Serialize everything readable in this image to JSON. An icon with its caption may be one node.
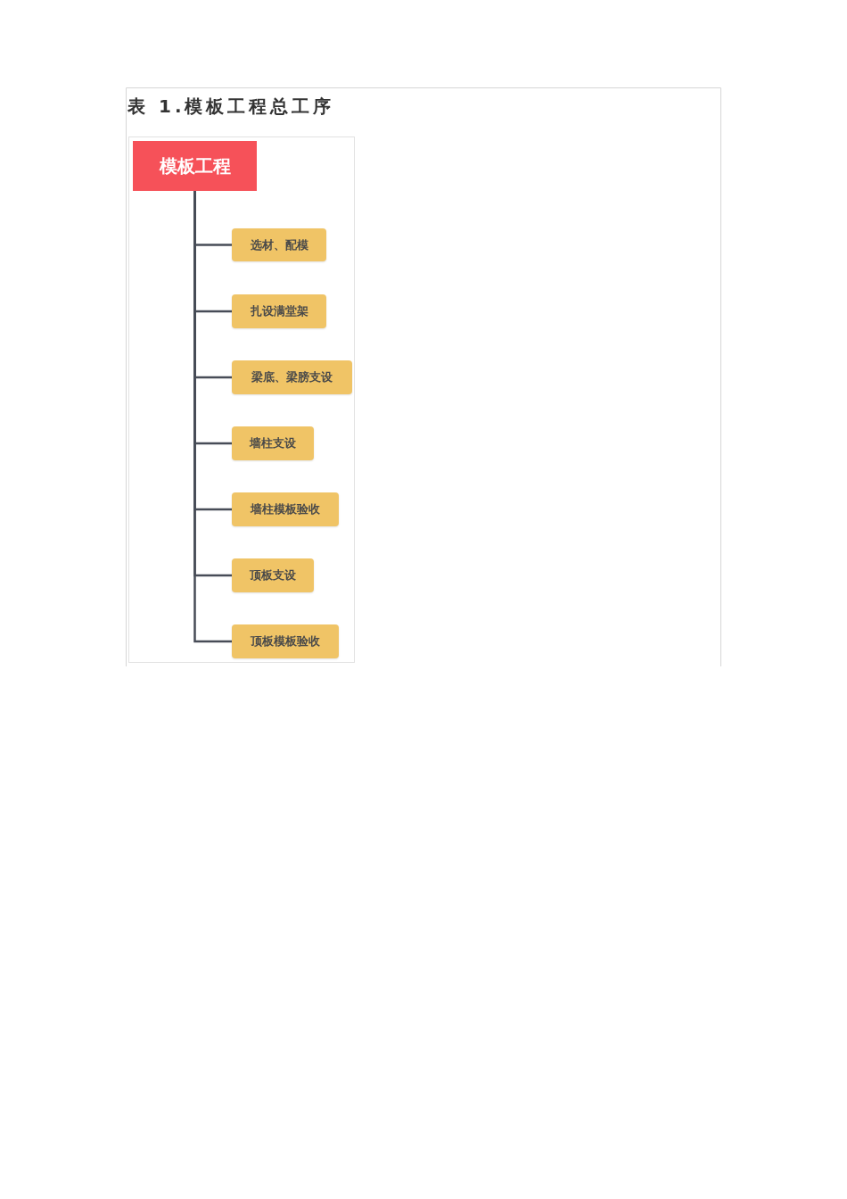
{
  "diagram": {
    "title": "表 1.模板工程总工序",
    "nodes": [
      {
        "text": [
          "模板工程"
        ]
      },
      {
        "text": [
          "选材、配模"
        ]
      },
      {
        "text": [
          "扎设满堂架"
        ]
      },
      {
        "text": [
          "梁底、梁膀支设"
        ]
      },
      {
        "text": [
          "墙柱支设"
        ]
      },
      {
        "text": [
          "墙柱模板验收"
        ]
      },
      {
        "text": [
          "顶板支设"
        ]
      },
      {
        "text": [
          "顶板模板验收"
        ]
      }
    ],
    "edges": [
      {
        "from": 0,
        "to": 1,
        "arrow": "none"
      },
      {
        "from": 0,
        "to": 2,
        "arrow": "none"
      },
      {
        "from": 0,
        "to": 3,
        "arrow": "none"
      },
      {
        "from": 0,
        "to": 4,
        "arrow": "none"
      },
      {
        "from": 0,
        "to": 5,
        "arrow": "none"
      },
      {
        "from": 0,
        "to": 6,
        "arrow": "none"
      },
      {
        "from": 0,
        "to": 7,
        "arrow": "none"
      }
    ]
  }
}
